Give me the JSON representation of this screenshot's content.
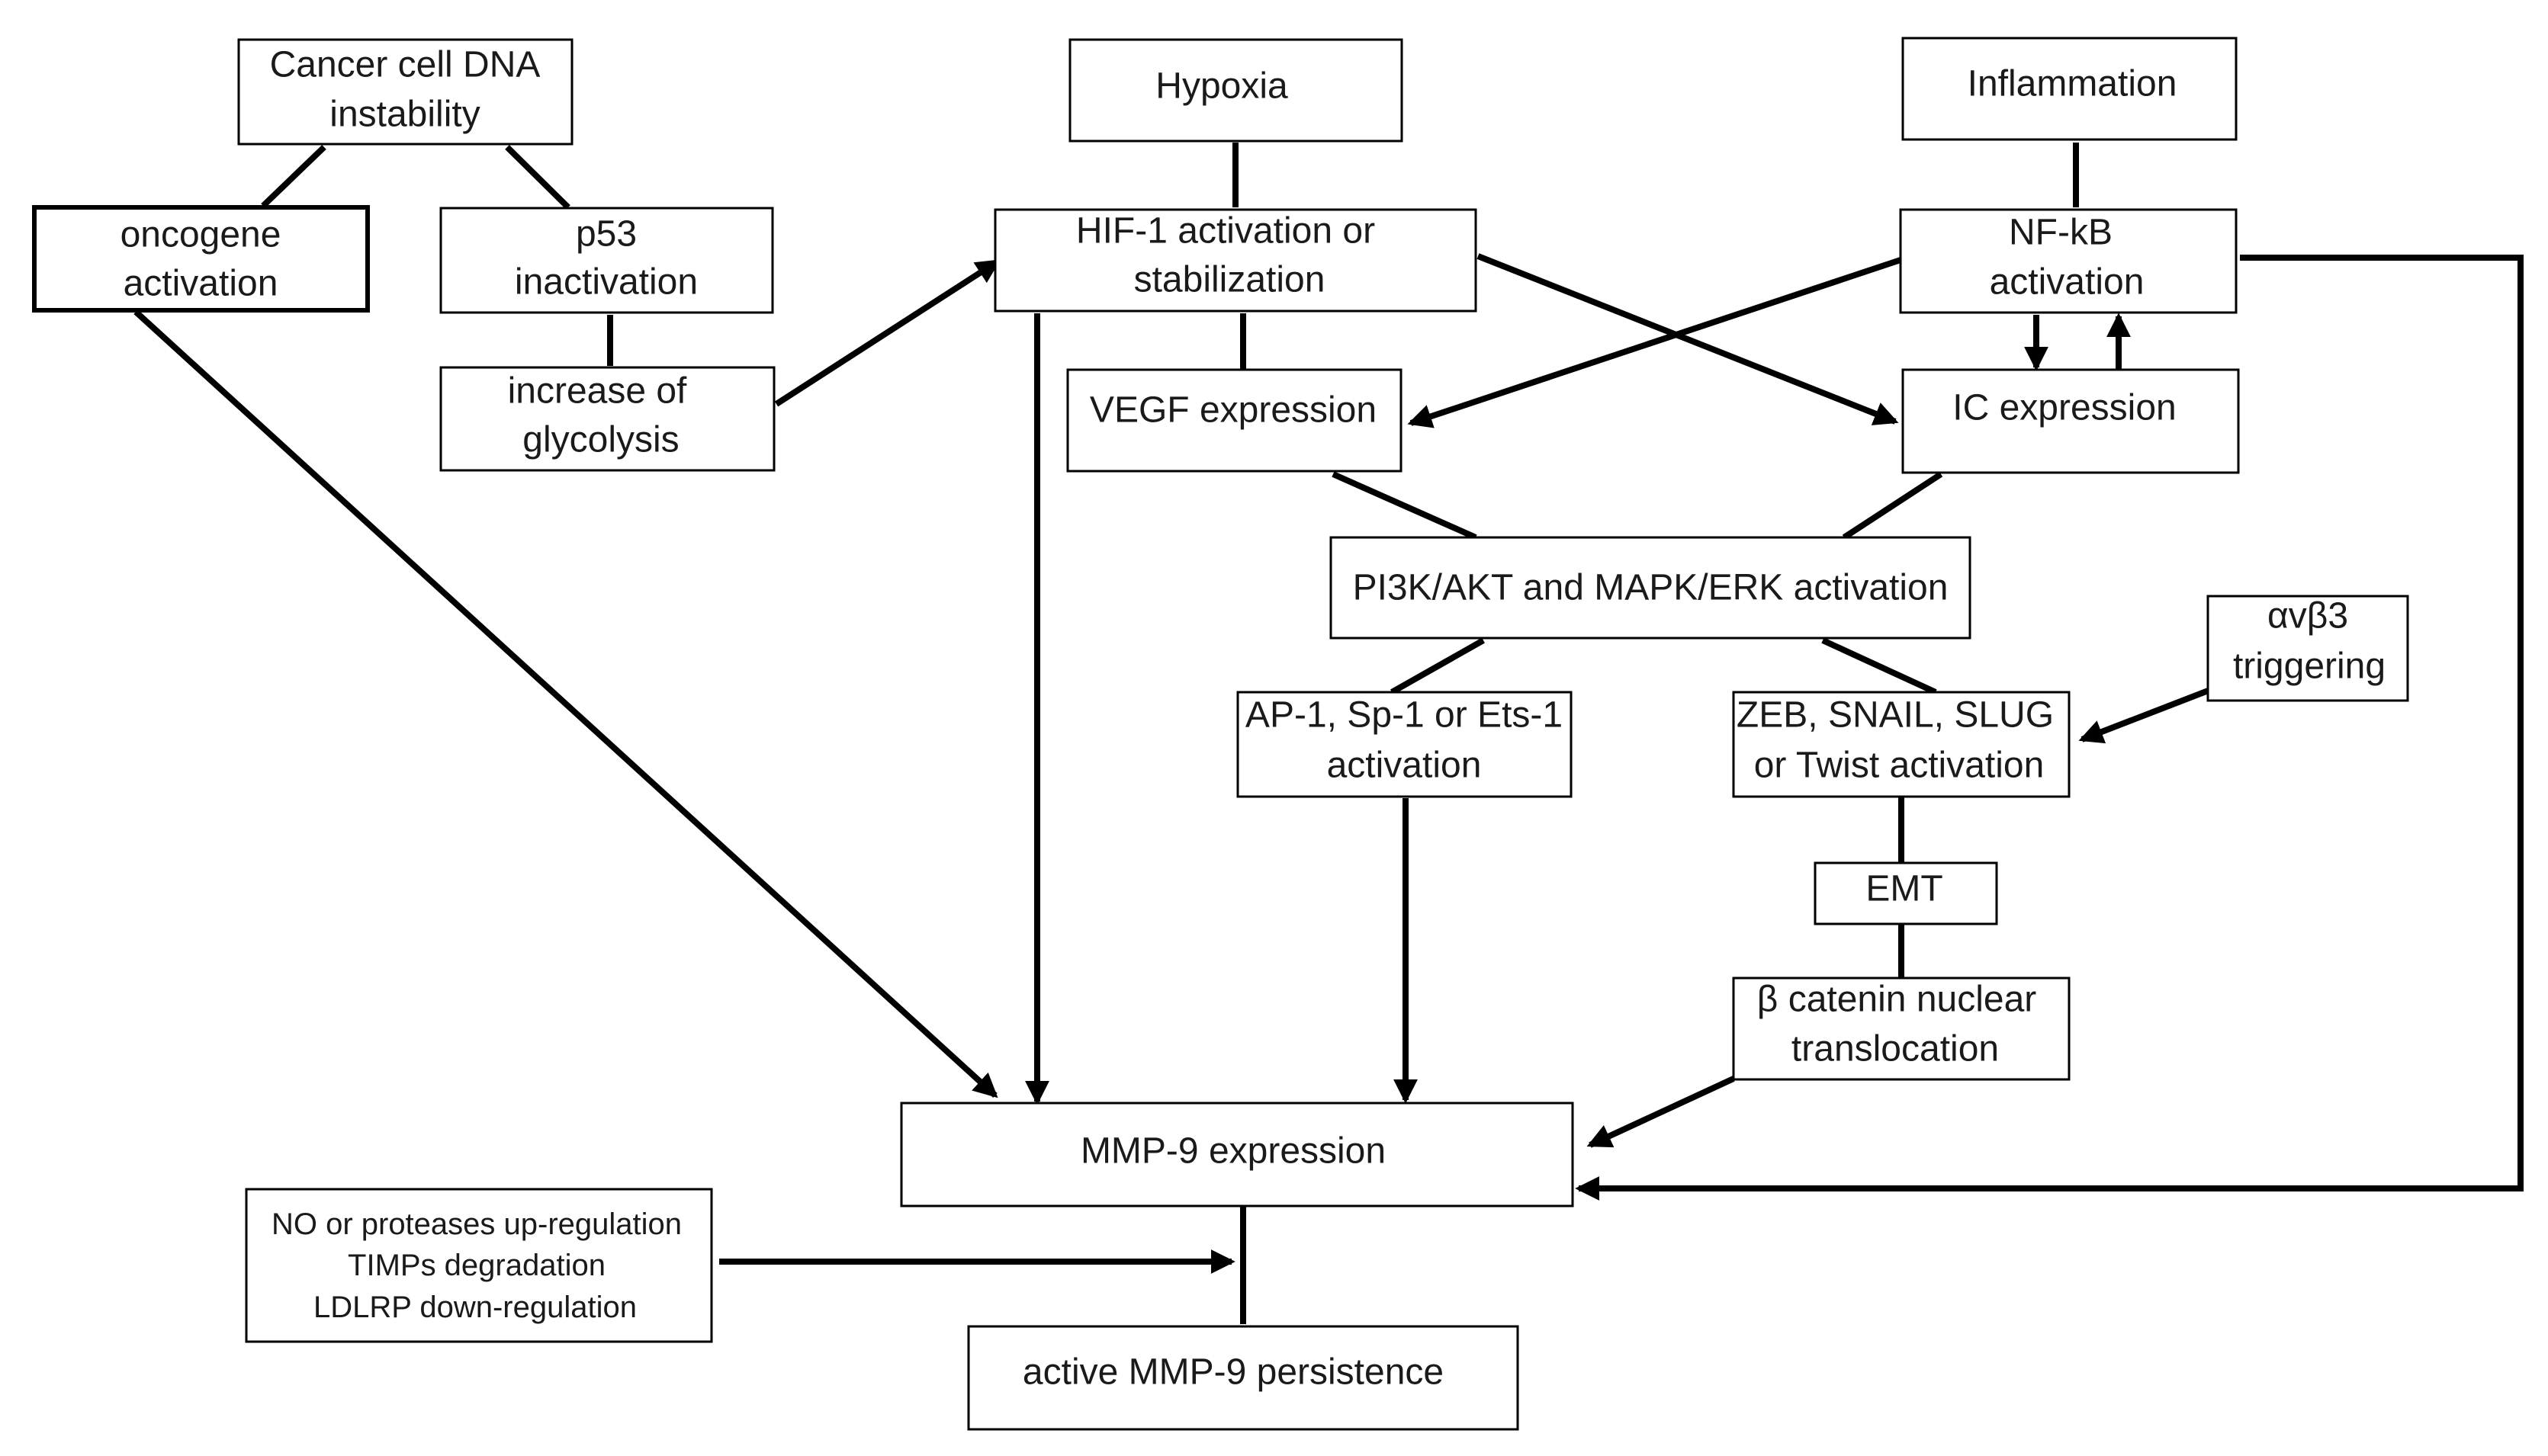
{
  "colors": {
    "line": "#000000",
    "text": "#1a1a1a",
    "box_fill": "#ffffff"
  },
  "nodes": [
    {
      "id": "dna",
      "lines": [
        "Cancer cell DNA",
        "instability"
      ]
    },
    {
      "id": "oncogene",
      "lines": [
        "oncogene",
        "activation"
      ]
    },
    {
      "id": "p53",
      "lines": [
        "p53",
        "inactivation"
      ]
    },
    {
      "id": "glyco",
      "lines": [
        "increase of",
        "glycolysis"
      ]
    },
    {
      "id": "hypoxia",
      "lines": [
        "Hypoxia"
      ]
    },
    {
      "id": "hif",
      "lines": [
        "HIF-1 activation or",
        "stabilization"
      ]
    },
    {
      "id": "vegf",
      "lines": [
        "VEGF expression"
      ]
    },
    {
      "id": "inflammation",
      "lines": [
        "Inflammation"
      ]
    },
    {
      "id": "nfkb",
      "lines": [
        "NF-kB",
        "activation"
      ]
    },
    {
      "id": "ic",
      "lines": [
        "IC expression"
      ]
    },
    {
      "id": "pi3k",
      "lines": [
        "PI3K/AKT and MAPK/ERK activation"
      ]
    },
    {
      "id": "ap1",
      "lines": [
        "AP-1, Sp-1 or Ets-1",
        "activation"
      ]
    },
    {
      "id": "zeb",
      "lines": [
        "ZEB, SNAIL, SLUG",
        "or Twist activation"
      ]
    },
    {
      "id": "avb3",
      "lines": [
        "αvβ3",
        "triggering"
      ]
    },
    {
      "id": "emt",
      "lines": [
        "EMT"
      ]
    },
    {
      "id": "bcat",
      "lines": [
        "β catenin nuclear",
        "translocation"
      ]
    },
    {
      "id": "mmp9",
      "lines": [
        "MMP-9 expression"
      ]
    },
    {
      "id": "no",
      "lines": [
        "NO or proteases up-regulation",
        "TIMPs degradation",
        "LDLRP down-regulation"
      ]
    },
    {
      "id": "active",
      "lines": [
        "active MMP-9 persistence"
      ]
    }
  ],
  "edges": [
    {
      "from": "dna",
      "to": "oncogene",
      "arrow": false
    },
    {
      "from": "dna",
      "to": "p53",
      "arrow": false
    },
    {
      "from": "p53",
      "to": "glyco",
      "arrow": false
    },
    {
      "from": "glyco",
      "to": "hif",
      "arrow": true
    },
    {
      "from": "oncogene",
      "to": "mmp9",
      "arrow": true
    },
    {
      "from": "hypoxia",
      "to": "hif",
      "arrow": false
    },
    {
      "from": "hif",
      "to": "vegf",
      "arrow": false
    },
    {
      "from": "hif",
      "to": "mmp9",
      "arrow": true
    },
    {
      "from": "hif",
      "to": "ic",
      "arrow": true
    },
    {
      "from": "inflammation",
      "to": "nfkb",
      "arrow": false
    },
    {
      "from": "nfkb",
      "to": "vegf",
      "arrow": true
    },
    {
      "from": "nfkb",
      "to": "ic",
      "arrow": true
    },
    {
      "from": "ic",
      "to": "nfkb",
      "arrow": true
    },
    {
      "from": "nfkb",
      "to": "mmp9",
      "arrow": true
    },
    {
      "from": "vegf",
      "to": "pi3k",
      "arrow": false
    },
    {
      "from": "ic",
      "to": "pi3k",
      "arrow": false
    },
    {
      "from": "pi3k",
      "to": "ap1",
      "arrow": false
    },
    {
      "from": "pi3k",
      "to": "zeb",
      "arrow": false
    },
    {
      "from": "avb3",
      "to": "zeb",
      "arrow": true
    },
    {
      "from": "ap1",
      "to": "mmp9",
      "arrow": true
    },
    {
      "from": "zeb",
      "to": "emt",
      "arrow": false
    },
    {
      "from": "emt",
      "to": "bcat",
      "arrow": false
    },
    {
      "from": "bcat",
      "to": "mmp9",
      "arrow": true
    },
    {
      "from": "no",
      "to": "mmp9",
      "arrow": true
    },
    {
      "from": "mmp9",
      "to": "active",
      "arrow": false
    }
  ]
}
